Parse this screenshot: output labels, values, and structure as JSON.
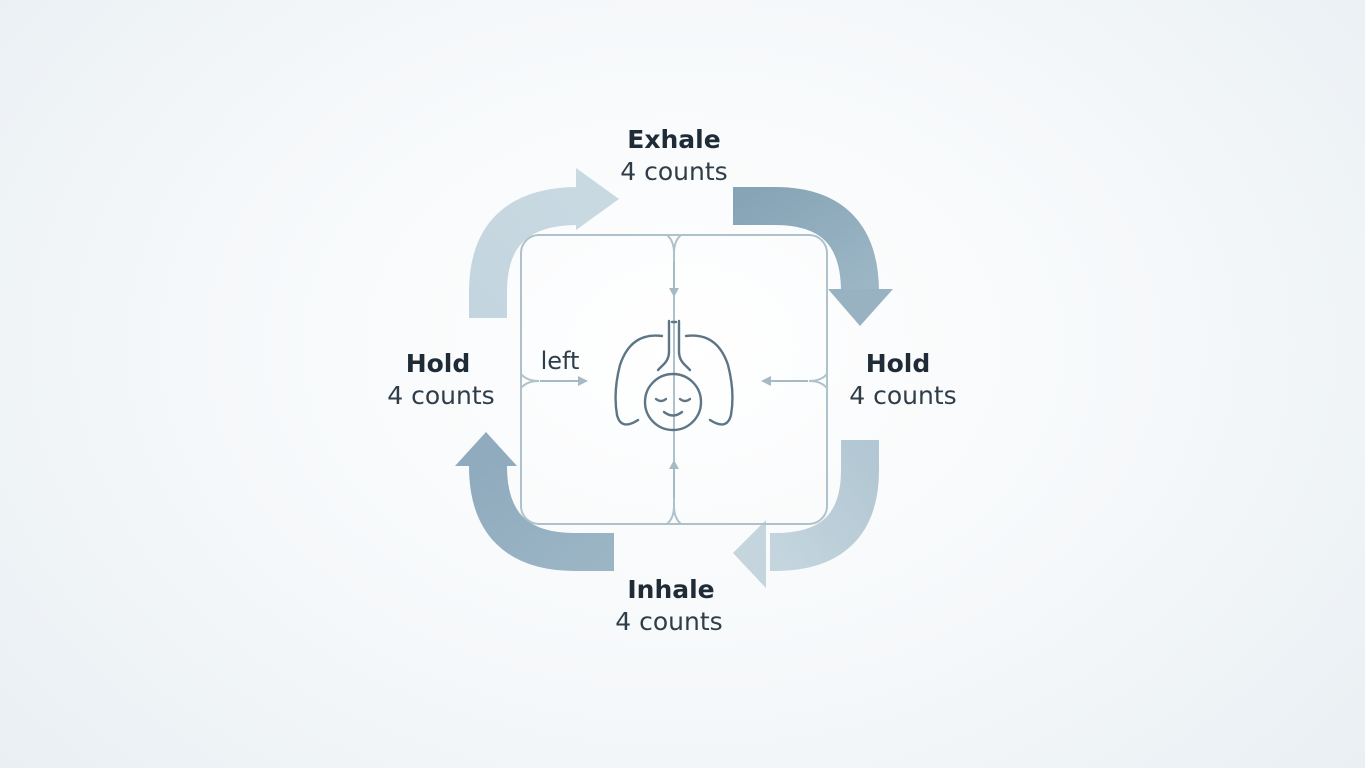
{
  "phases": {
    "top": {
      "title": "Exhale",
      "count": "4 counts"
    },
    "right": {
      "title": "Hold",
      "count": "4 counts"
    },
    "bottom": {
      "title": "Inhale",
      "count": "4 counts"
    },
    "left": {
      "title": "Hold",
      "count": "4 counts"
    }
  },
  "inner_label": "left",
  "center_icon": "lungs-face-icon",
  "colors": {
    "arrow_light": "#c3d4de",
    "arrow_dark": "#8ba8ba",
    "box_stroke": "#a9bdc8",
    "icon_stroke": "#5d7585",
    "text_dark": "#1f2b36"
  }
}
